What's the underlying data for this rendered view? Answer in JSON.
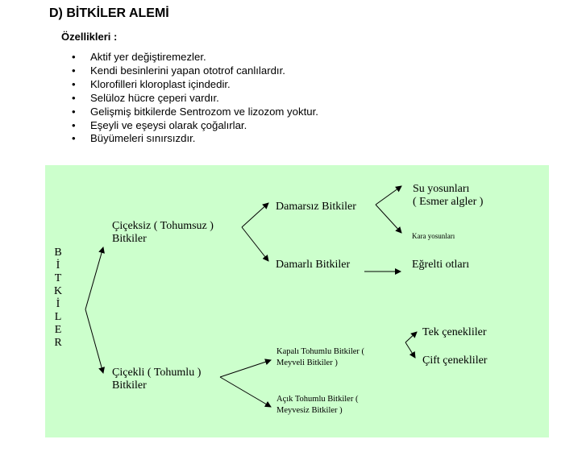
{
  "heading": "D) BİTKİLER ALEMİ",
  "subheading": "Özellikleri :",
  "features": [
    "Aktif yer değiştiremezler.",
    "Kendi besinlerini yapan ototrof canlılardır.",
    "Klorofilleri kloroplast içindedir.",
    "Selüloz hücre çeperi vardır.",
    "Gelişmiş bitkilerde Sentrozom ve lizozom yoktur.",
    "Eşeyli ve eşeysi olarak çoğalırlar.",
    "Büyümeleri sınırsızdır."
  ],
  "diagram": {
    "background": "#ccffcc",
    "root_letters": [
      "B",
      "İ",
      "T",
      "K",
      "İ",
      "L",
      "E",
      "R"
    ],
    "ciceksiz": "Çiçeksiz ( Tohumsuz )\nBitkiler",
    "cicekli": "Çiçekli ( Tohumlu )\nBitkiler",
    "damarsiz": "Damarsız Bitkiler",
    "damarli": "Damarlı Bitkiler",
    "su_yosunlari": "Su yosunları\n( Esmer algler )",
    "kara_yosunlari": "Kara yosunları",
    "egrelti": "Eğrelti otları",
    "kapali": "Kapalı Tohumlu Bitkiler (\nMeyveli Bitkiler )",
    "acik": "Açık Tohumlu Bitkiler (\nMeyvesiz Bitkiler )",
    "tek": "Tek çenekliler",
    "cift": "Çift çenekliler"
  }
}
